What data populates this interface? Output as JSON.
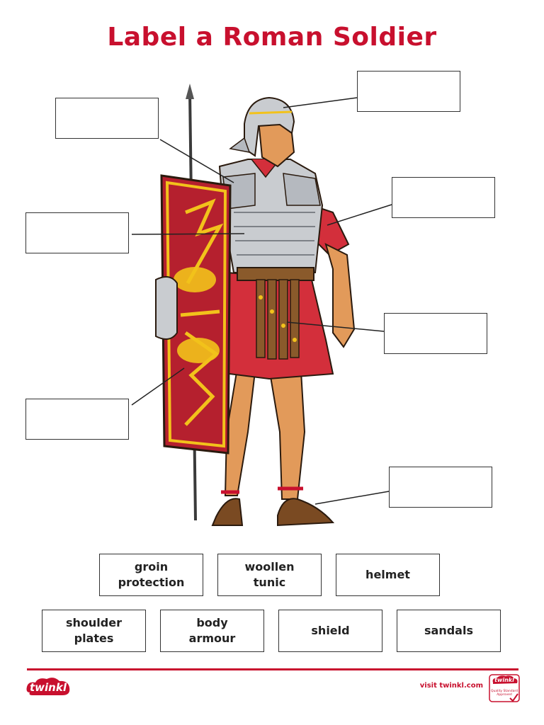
{
  "title": "Label a Roman Soldier",
  "word_bank": {
    "row1": [
      "groin\nprotection",
      "woollen\ntunic",
      "helmet"
    ],
    "row2": [
      "shoulder\nplates",
      "body\narmour",
      "shield",
      "sandals"
    ]
  },
  "footer": {
    "logo": "twinkl",
    "link": "visit twinkl.com",
    "badge": "twinkl",
    "badge_sub": "Quality Standard Approved"
  },
  "colors": {
    "title": "#c8102e",
    "tunic": "#d32f3b",
    "shield": "#b5202e",
    "gold": "#f2c21b",
    "armour": "#c9ccd0",
    "skin": "#e29a5a"
  }
}
